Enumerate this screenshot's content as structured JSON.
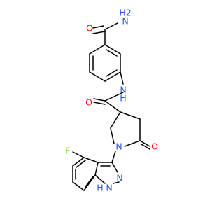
{
  "molecule": {
    "colors": {
      "carbon_bond": "#000000",
      "oxygen": "#FF0D0D",
      "nitrogen": "#3050F8",
      "fluorine": "#90E050"
    },
    "atoms": {
      "amide_n_top": {
        "element": "N",
        "hydrogens": "H2",
        "color_key": "nitrogen"
      },
      "amide_o_top": {
        "element": "O",
        "color_key": "oxygen"
      },
      "nh_linker": {
        "element": "N",
        "hydrogens": "H",
        "color_key": "nitrogen"
      },
      "amide_o_mid": {
        "element": "O",
        "color_key": "oxygen"
      },
      "ring_n": {
        "element": "N",
        "color_key": "nitrogen"
      },
      "lactam_o": {
        "element": "O",
        "color_key": "oxygen"
      },
      "fluorine": {
        "element": "F",
        "color_key": "fluorine"
      },
      "indazole_n2": {
        "element": "N",
        "color_key": "nitrogen"
      },
      "indazole_n1": {
        "element": "N",
        "hydrogens": "H",
        "color_key": "nitrogen"
      }
    }
  }
}
